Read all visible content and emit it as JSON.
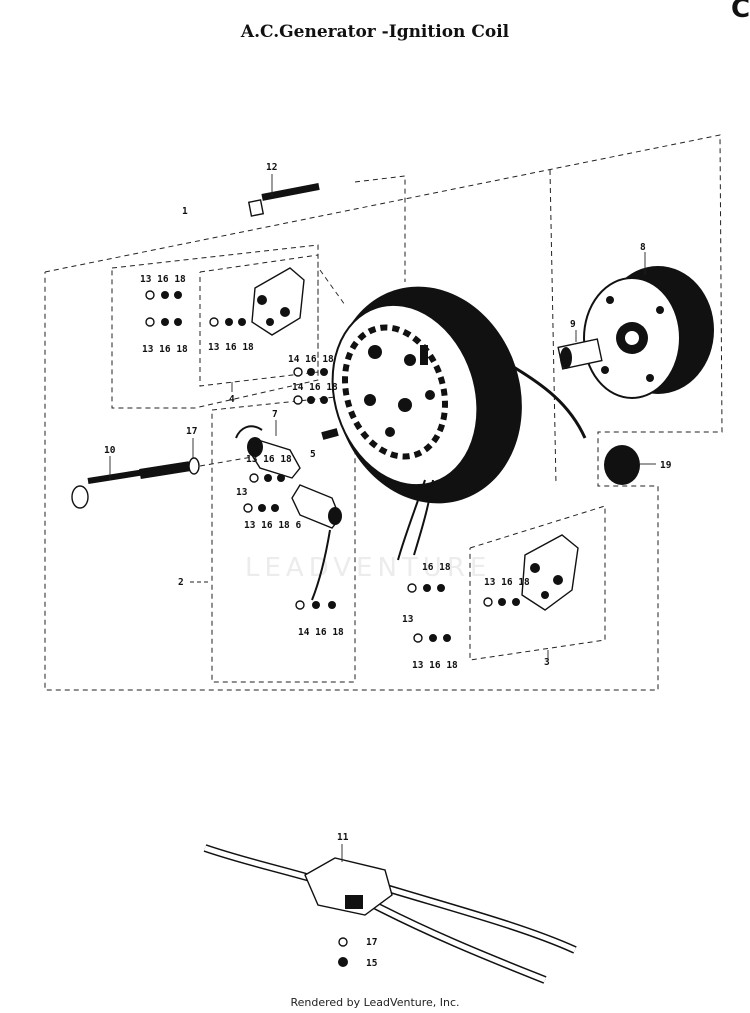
{
  "title": "A.C.Generator -Ignition Coil",
  "footer": "Rendered by LeadVenture, Inc.",
  "watermark": "LEADVENTURE",
  "corner_mark": "C",
  "callouts": {
    "c12": "12",
    "c1": "1",
    "c8": "8",
    "c9": "9",
    "c4": "4",
    "c7": "7",
    "c5": "5",
    "c17a": "17",
    "c10": "10",
    "c19": "19",
    "c2": "2",
    "c3": "3",
    "c11": "11",
    "c17b": "17",
    "c15": "15",
    "g1a": "13 16 18",
    "g1b": "13 16 18",
    "g1c": "13 16 18",
    "g2a": "14 16 18",
    "g2b": "14 16 18",
    "g3a": "13 16 18",
    "g3b": "13",
    "g3c": "13 16 18 6",
    "g4": "14 16 18",
    "g5a": "16 18",
    "g5b": "13",
    "g5c": "13 16 18",
    "g5d": "13 16 18"
  }
}
